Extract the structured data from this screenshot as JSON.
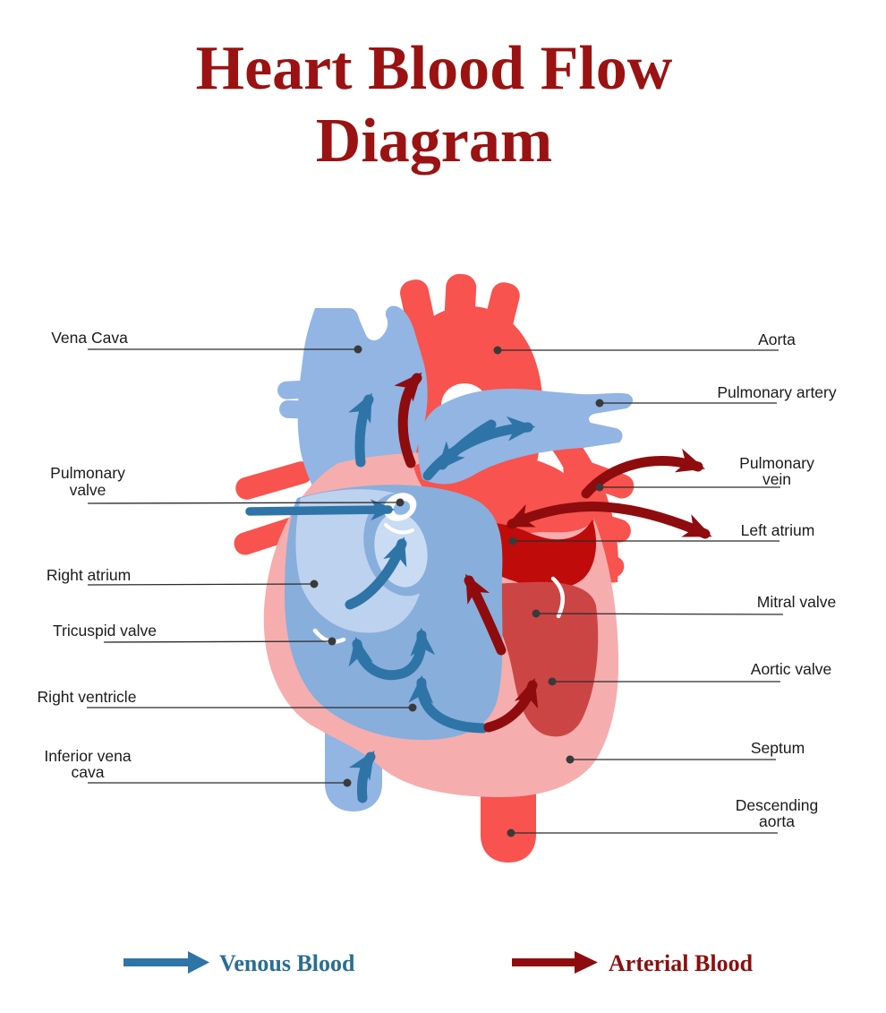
{
  "title": {
    "line1": "Heart Blood Flow",
    "line2": "Diagram"
  },
  "legend": {
    "venous_label": "Venous Blood",
    "arterial_label": "Arterial Blood",
    "venous_icon": "right-arrow-icon",
    "arterial_icon": "right-arrow-icon"
  },
  "labels": {
    "left": [
      {
        "id": "vena-cava",
        "lines": [
          "Vena Cava"
        ]
      },
      {
        "id": "pulmonary-valve",
        "lines": [
          "Pulmonary",
          "valve"
        ]
      },
      {
        "id": "right-atrium",
        "lines": [
          "Right atrium"
        ]
      },
      {
        "id": "tricuspid-valve",
        "lines": [
          "Tricuspid valve"
        ]
      },
      {
        "id": "right-ventricle",
        "lines": [
          "Right ventricle"
        ]
      },
      {
        "id": "inferior-vena-cava",
        "lines": [
          "Inferior vena",
          "cava"
        ]
      }
    ],
    "right": [
      {
        "id": "aorta",
        "lines": [
          "Aorta"
        ]
      },
      {
        "id": "pulmonary-artery",
        "lines": [
          "Pulmonary artery"
        ]
      },
      {
        "id": "pulmonary-vein",
        "lines": [
          "Pulmonary",
          "vein"
        ]
      },
      {
        "id": "left-atrium",
        "lines": [
          "Left atrium"
        ]
      },
      {
        "id": "mitral-valve",
        "lines": [
          "Mitral valve"
        ]
      },
      {
        "id": "aortic-valve",
        "lines": [
          "Aortic valve"
        ]
      },
      {
        "id": "septum",
        "lines": [
          "Septum"
        ]
      },
      {
        "id": "descending-aorta",
        "lines": [
          "Descending",
          "aorta"
        ]
      }
    ]
  },
  "colors": {
    "title_red": "#9A1212",
    "label_text": "#1B1B1B",
    "leader_line": "#2B2B2B",
    "leader_dot": "#3A3A3A",
    "venous_text": "#2A6E94",
    "venous_arrow": "#2E74A7",
    "arterial_text": "#8E0E0E",
    "arterial_arrow": "#8E0C0E",
    "vessel_red": "#F8534E",
    "wall_pink": "#F6ADAE",
    "vein_blue": "#92B5E3",
    "ventricle_blue": "#88AEDC",
    "atrium_blue": "#BDD2EE",
    "inner_light_blue": "#C9DCF4",
    "valve_center_blue": "#8FB7E6",
    "left_atrium_dark_red": "#C00B0B",
    "left_ventricle_crimson": "#CC4545"
  }
}
